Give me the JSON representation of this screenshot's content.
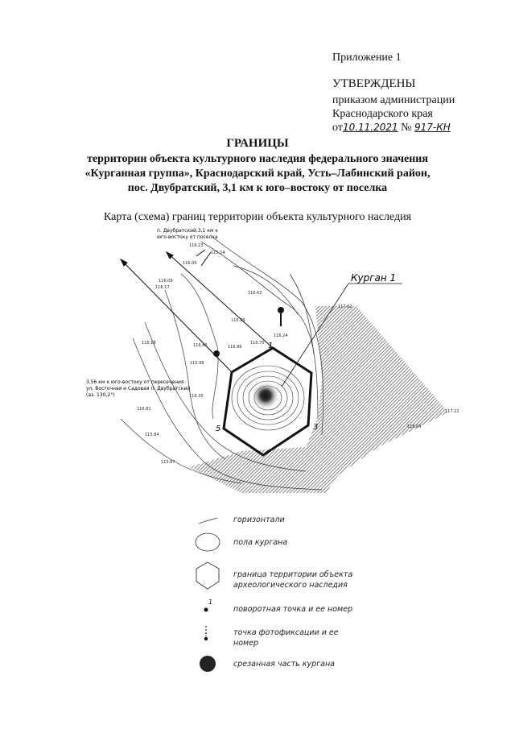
{
  "header": {
    "appendix": "Приложение 1",
    "approved": "УТВЕРЖДЕНЫ",
    "order_line1": "приказом администрации",
    "order_line2": "Краснодарского края",
    "date_prefix": "от",
    "date_value": "10.11.2021",
    "number_prefix": "№",
    "number_value": "917-КН"
  },
  "title": {
    "main": "ГРАНИЦЫ",
    "line1": "территории объекта культурного наследия федерального значения",
    "line2": "«Курганная группа», Краснодарский край, Усть–Лабинский район,",
    "line3": "пос. Двубратский, 3,1 км к юго–востоку от поселка"
  },
  "map": {
    "caption": "Карта (схема) границ территории объекта культурного наследия",
    "note_top_1": "п. Двубратский,3,1 км к",
    "note_top_2": "юго-востоку от поселка",
    "note_left_1": "3,56 км к юго-востоку от пересечения",
    "note_left_2": "ул. Восточная и Садовая п. Двубратский",
    "note_left_3": "(аз. 130,2°)",
    "kurgan_label": "Курган 1",
    "point_numbers": [
      "1",
      "3",
      "5"
    ],
    "elevations": [
      "116.23",
      "115.54",
      "116.00",
      "116.09",
      "116.17",
      "116.62",
      "116.29",
      "116.24",
      "116.70",
      "116.86",
      "115.98",
      "116.81",
      "115.84",
      "115.67",
      "117.22",
      "116.04",
      "117.62",
      "116.40",
      "116.18",
      "116.30"
    ],
    "colors": {
      "ink": "#111111",
      "hatch": "#555555"
    }
  },
  "legend": [
    {
      "icon": "contour-line-icon",
      "label": "горизонтали"
    },
    {
      "icon": "ellipse-icon",
      "label": "пола кургана"
    },
    {
      "icon": "hexagon-icon",
      "label_1": "граница территории объекта",
      "label_2": "археологического наследия"
    },
    {
      "icon": "turning-point-icon",
      "number": "1",
      "label": "поворотная точка и ее номер"
    },
    {
      "icon": "photo-point-icon",
      "label_1": "точка фотофиксации и ее",
      "label_2": "номер"
    },
    {
      "icon": "cut-part-icon",
      "label": "срезанная часть кургана"
    }
  ]
}
